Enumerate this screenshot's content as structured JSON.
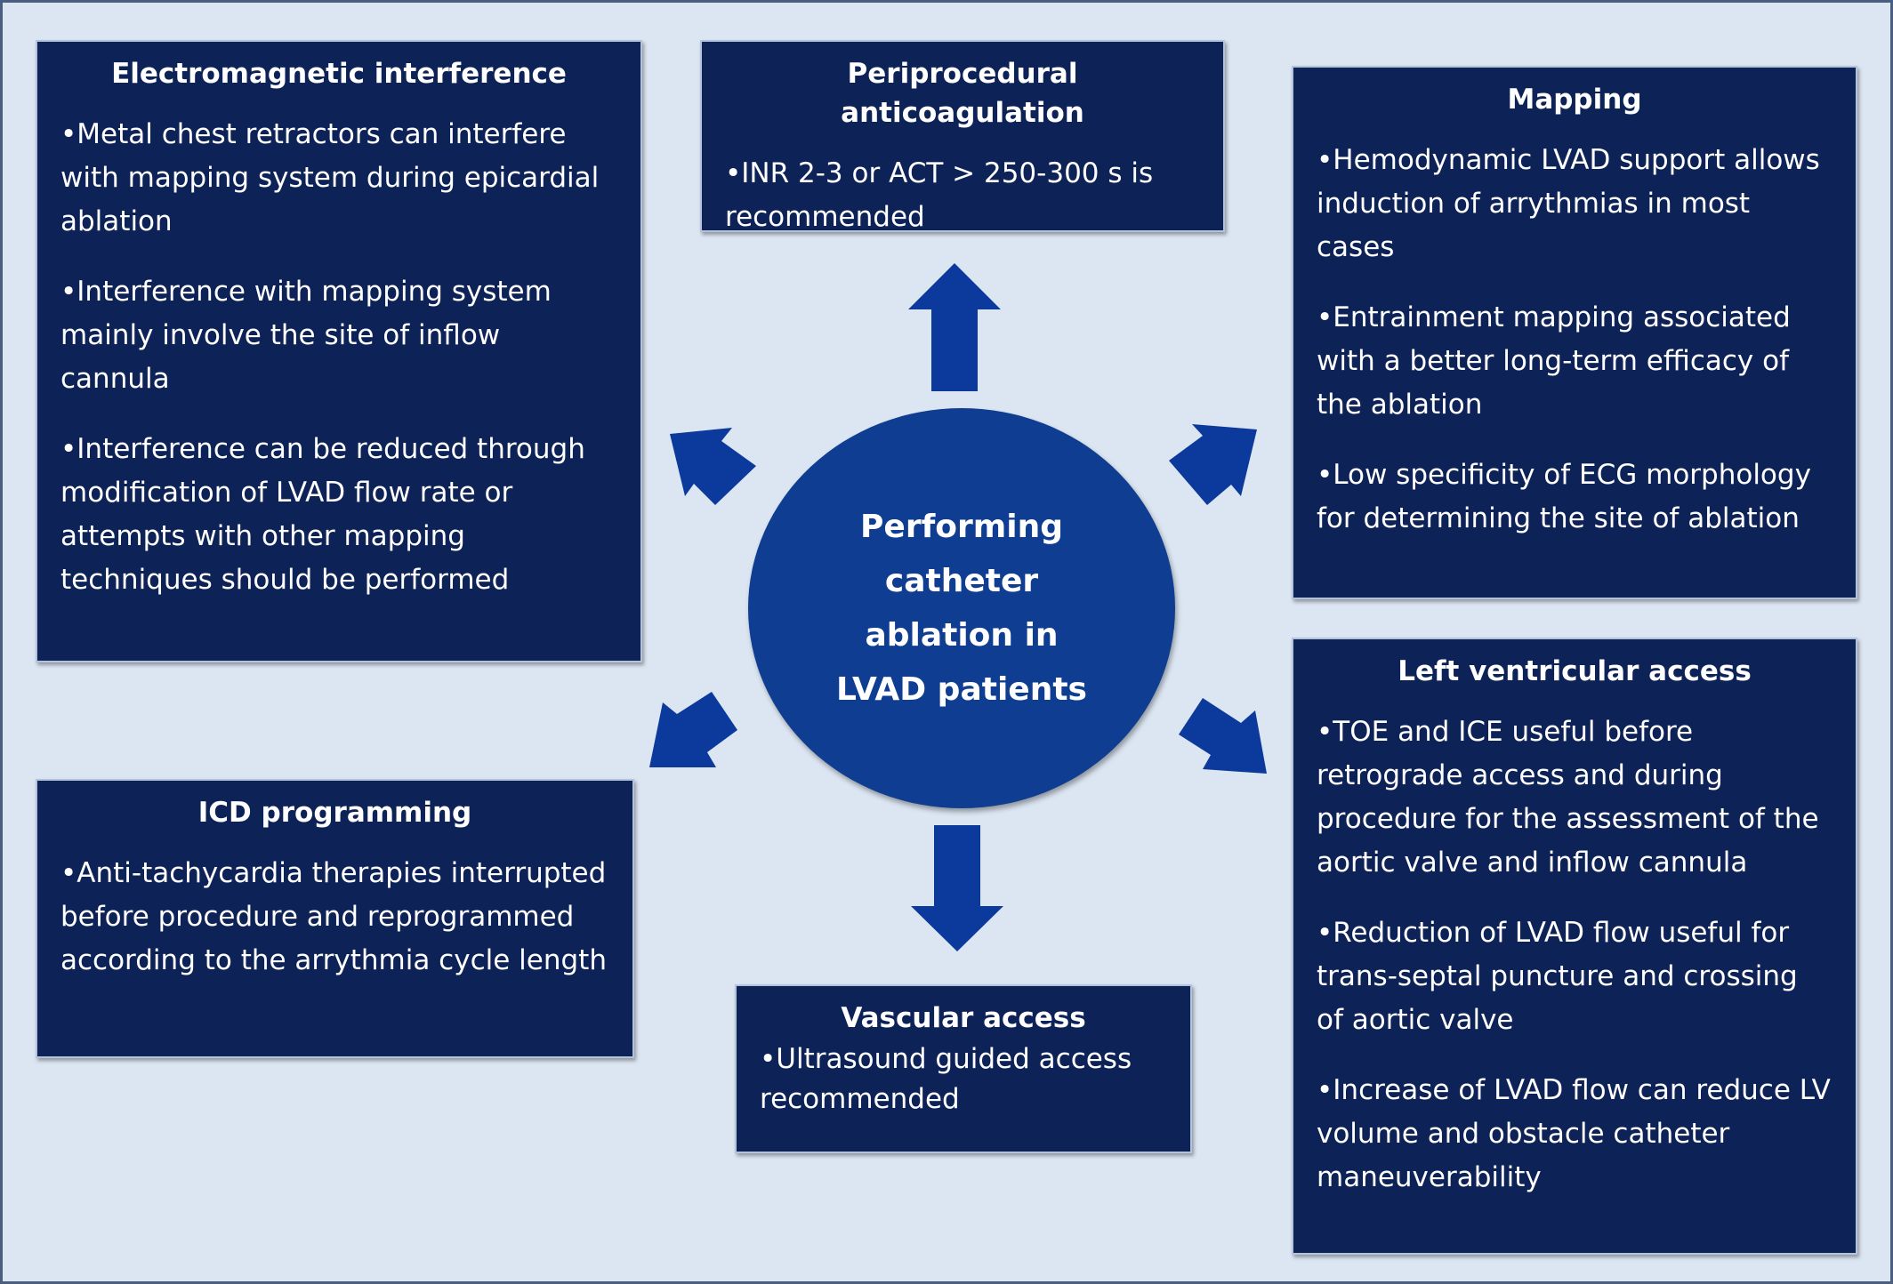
{
  "center": {
    "text": "Performing catheter ablation in LVAD patients"
  },
  "boxes": {
    "electromagnetic": {
      "title": "Electromagnetic interference",
      "bullets": [
        "•Metal chest retractors can interfere with mapping system during epicardial ablation",
        "•Interference with mapping system mainly involve the site of inflow cannula",
        "•Interference can be reduced through modification of LVAD flow rate or attempts with other mapping techniques should be performed"
      ]
    },
    "anticoagulation": {
      "title": "Periprocedural anticoagulation",
      "bullets": [
        "•INR 2-3 or ACT > 250-300 s is recommended"
      ]
    },
    "mapping": {
      "title": "Mapping",
      "bullets": [
        "•Hemodynamic LVAD support allows induction of arrythmias in most cases",
        "•Entrainment mapping associated with a better long-term efficacy of the ablation",
        "•Low specificity of ECG morphology for determining the site of ablation"
      ]
    },
    "lv_access": {
      "title": "Left ventricular access",
      "bullets": [
        "•TOE and ICE useful before retrograde access and during procedure for the assessment of the aortic valve and inflow cannula",
        "•Reduction of LVAD flow useful for trans-septal puncture and crossing of aortic valve",
        "•Increase of LVAD flow can reduce LV volume and obstacle catheter maneuverability"
      ]
    },
    "vascular": {
      "title": "Vascular access",
      "bullets": [
        "•Ultrasound guided access recommended"
      ]
    },
    "icd": {
      "title": "ICD programming",
      "bullets": [
        "•Anti-tachycardia therapies interrupted before procedure and reprogrammed according to the arrythmia cycle length"
      ]
    }
  },
  "colors": {
    "background": "#dce6f2",
    "box_fill": "#0d2257",
    "circle_fill": "#0e3d91",
    "arrow_fill": "#0b3a9c",
    "text": "#ffffff"
  }
}
